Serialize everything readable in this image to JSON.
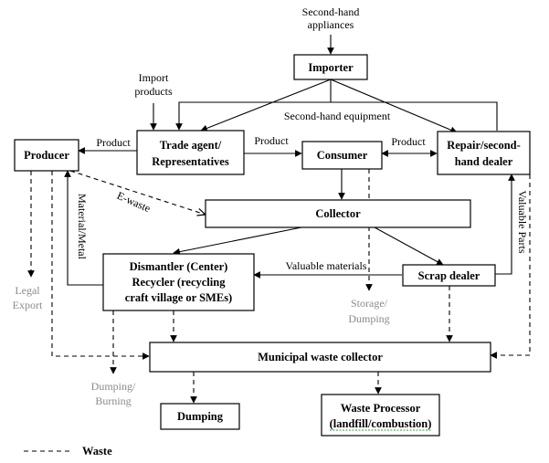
{
  "nodes": {
    "importer": "Importer",
    "trade_agent": [
      "Trade agent/",
      "Representatives"
    ],
    "consumer": "Consumer",
    "repair_dealer": [
      "Repair/second-",
      "hand dealer"
    ],
    "producer": "Producer",
    "collector": "Collector",
    "dismantler": [
      "Dismantler (Center)",
      "Recycler (recycling",
      "craft village or SMEs)"
    ],
    "scrap_dealer": "Scrap dealer",
    "municipal_collector": "Municipal waste collector",
    "dumping": "Dumping",
    "waste_processor": [
      "Waste Processor",
      "(landfill/combustion)"
    ]
  },
  "edge_labels": {
    "second_hand_appliances": [
      "Second-hand",
      "appliances"
    ],
    "import_products": [
      "Import",
      "products"
    ],
    "second_hand_equipment": "Second-hand equipment",
    "product_producer_trade": "Product",
    "product_trade_consumer": "Product",
    "product_consumer_repair": "Product",
    "e_waste": "E-waste",
    "material_metal": "Material/Metal",
    "valuable_parts": "Valuable Parts",
    "valuable_materials": "Valuable materials"
  },
  "side_labels": {
    "legal_export": [
      "Legal",
      "Export"
    ],
    "storage_dumping": [
      "Storage/",
      "Dumping"
    ],
    "dumping_burning": [
      "Dumping/",
      "Burning"
    ]
  },
  "legend": {
    "waste": "Waste"
  }
}
